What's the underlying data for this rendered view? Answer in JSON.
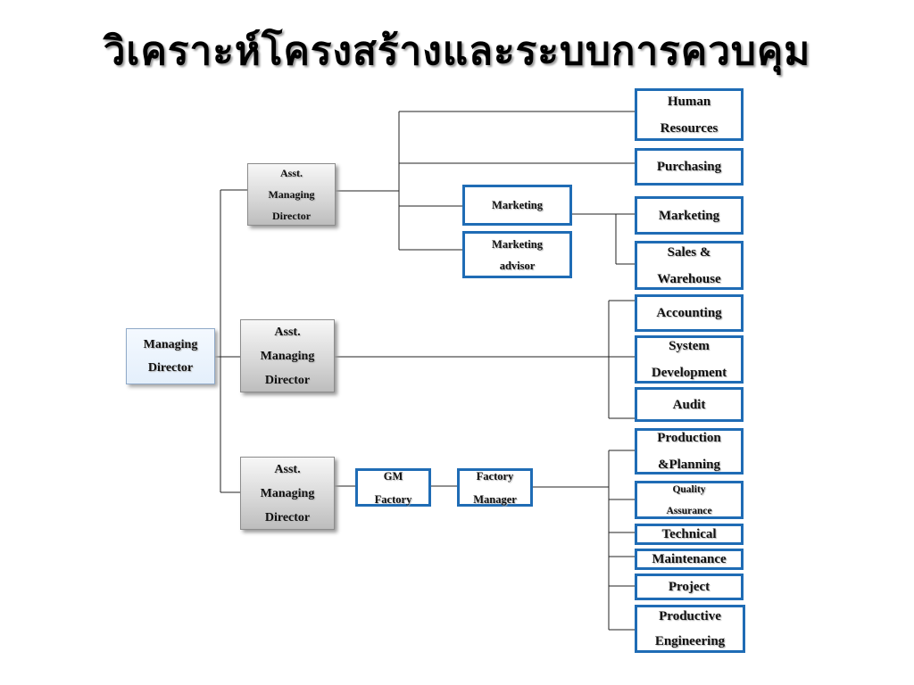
{
  "title": "วิเคราะห์โครงสร้างและระบบการควบคุม",
  "nodes": {
    "managing_director": "Managing\nDirector",
    "asst_md_1": "Asst.\nManaging\nDirector",
    "asst_md_2": "Asst.\nManaging\nDirector",
    "asst_md_3": "Asst.\nManaging\nDirector",
    "marketing_mid": "Marketing",
    "marketing_advisor": "Marketing\nadvisor",
    "gm_factory": "GM\nFactory",
    "factory_manager": "Factory\nManager",
    "human_resources": "Human\nResources",
    "purchasing": "Purchasing",
    "marketing": "Marketing",
    "sales_warehouse": "Sales &\nWarehouse",
    "accounting": "Accounting",
    "system_development": "System\nDevelopment",
    "audit": "Audit",
    "production_planning": "Production\n&Planning",
    "quality_assurance": "Quality\nAssurance",
    "technical": "Technical",
    "maintenance": "Maintenance",
    "project": "Project",
    "productive_engineering": "Productive\nEngineering"
  }
}
